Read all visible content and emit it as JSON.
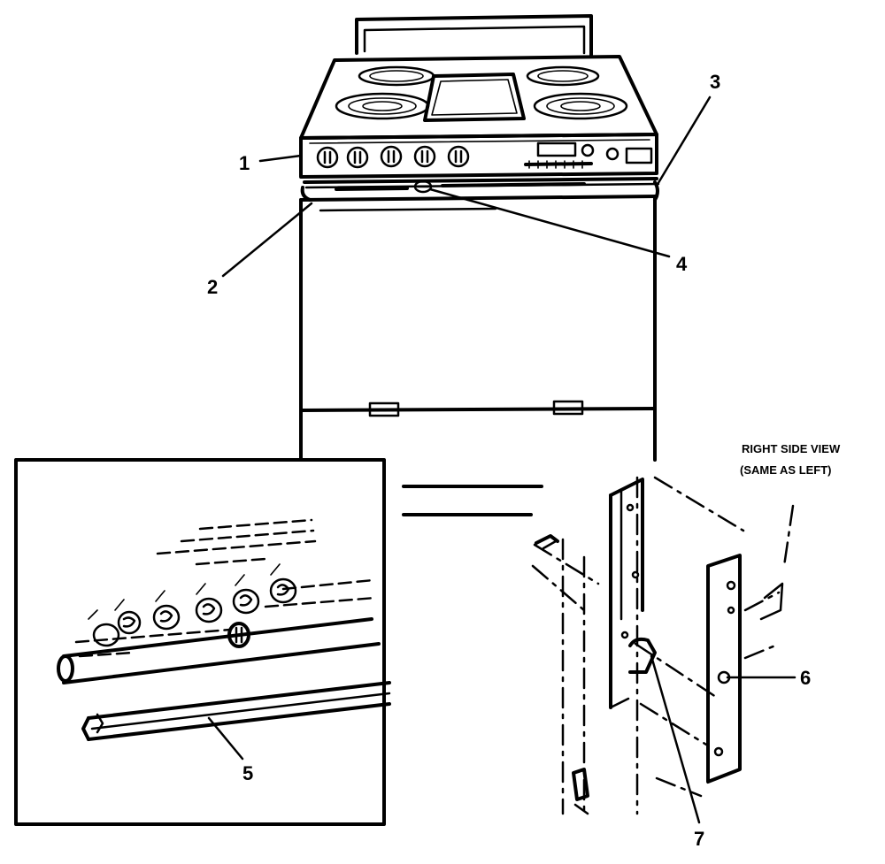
{
  "callouts": {
    "c1": "1",
    "c2": "2",
    "c3": "3",
    "c4": "4",
    "c5": "5",
    "c6": "6",
    "c7": "7"
  },
  "view_caption": {
    "line1": "RIGHT SIDE VIEW",
    "line2": "(SAME AS LEFT)"
  },
  "stroke_color": "#000000",
  "background_color": "#ffffff"
}
